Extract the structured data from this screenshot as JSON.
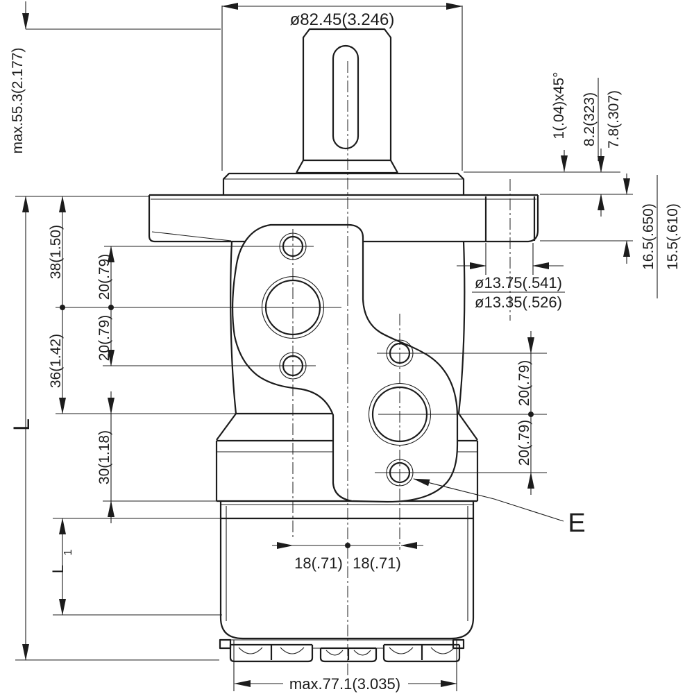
{
  "drawing": {
    "title": "hydraulic motor dimensional drawing",
    "colors": {
      "line": "#1c1c1c",
      "background": "#ffffff"
    },
    "labels": {
      "shaft_dia": "ø82.45(3.246)",
      "shaft_len": "max.55.3(2.177)",
      "chamfer": "1(.04)x45°",
      "pilot_h_max": "8.2(323)",
      "pilot_h_min": "7.8(.307)",
      "flange_h_max": "16.5(.650)",
      "flange_h_min": "15.5(.610)",
      "bolt_hole_max": "ø13.75(.541)",
      "bolt_hole_min": "ø13.35(.526)",
      "dim_38": "38(1.50)",
      "dim_20_a": "20(.79)",
      "dim_20_b": "20(.79)",
      "dim_36": "36(1.42)",
      "dim_30": "30(1.18)",
      "dim_L": "L",
      "dim_L1_main": "L",
      "dim_L1_sub": "1",
      "port_20_a": "20(.79)",
      "port_20_b": "20(.79)",
      "port_18_a": "18(.71)",
      "port_18_b": "18(.71)",
      "port_E": "E",
      "body_width": "max.77.1(3.035)"
    }
  }
}
